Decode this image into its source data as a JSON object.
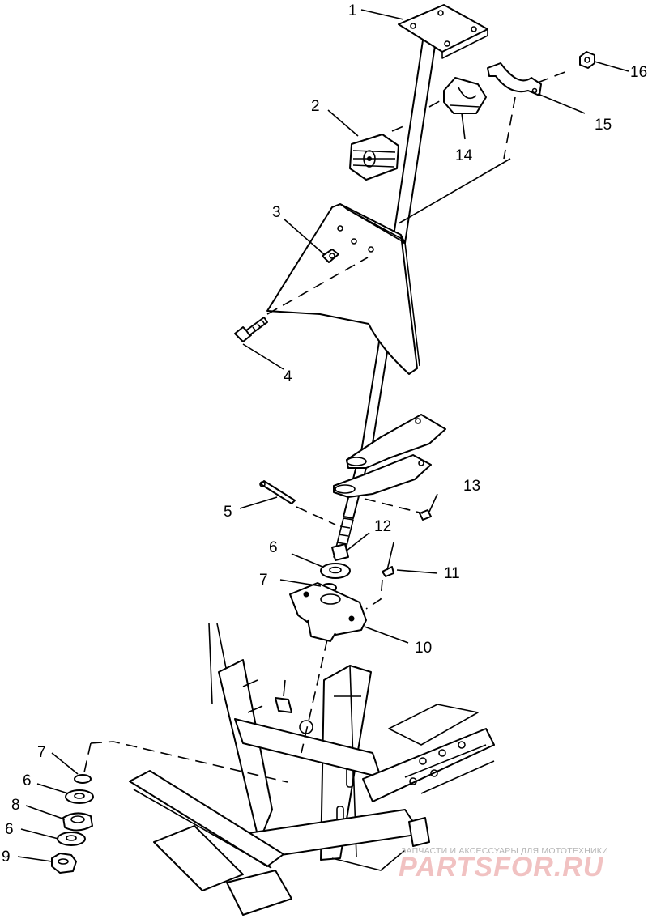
{
  "diagram": {
    "callouts": [
      {
        "id": "c1",
        "text": "1"
      },
      {
        "id": "c2",
        "text": "2"
      },
      {
        "id": "c3",
        "text": "3"
      },
      {
        "id": "c4",
        "text": "4"
      },
      {
        "id": "c5",
        "text": "5"
      },
      {
        "id": "c6a",
        "text": "6"
      },
      {
        "id": "c7a",
        "text": "7"
      },
      {
        "id": "c10",
        "text": "10"
      },
      {
        "id": "c11",
        "text": "11"
      },
      {
        "id": "c12",
        "text": "12"
      },
      {
        "id": "c13",
        "text": "13"
      },
      {
        "id": "c14",
        "text": "14"
      },
      {
        "id": "c15",
        "text": "15"
      },
      {
        "id": "c16",
        "text": "16"
      },
      {
        "id": "c7b",
        "text": "7"
      },
      {
        "id": "c6b",
        "text": "6"
      },
      {
        "id": "c8",
        "text": "8"
      },
      {
        "id": "c6c",
        "text": "6"
      },
      {
        "id": "c9",
        "text": "9"
      }
    ]
  },
  "watermark": {
    "caption": "ЗАПЧАСТИ И АКСЕССУАРЫ ДЛЯ МОТОТЕХНИКИ",
    "logo": "PARTSFOR.RU"
  }
}
